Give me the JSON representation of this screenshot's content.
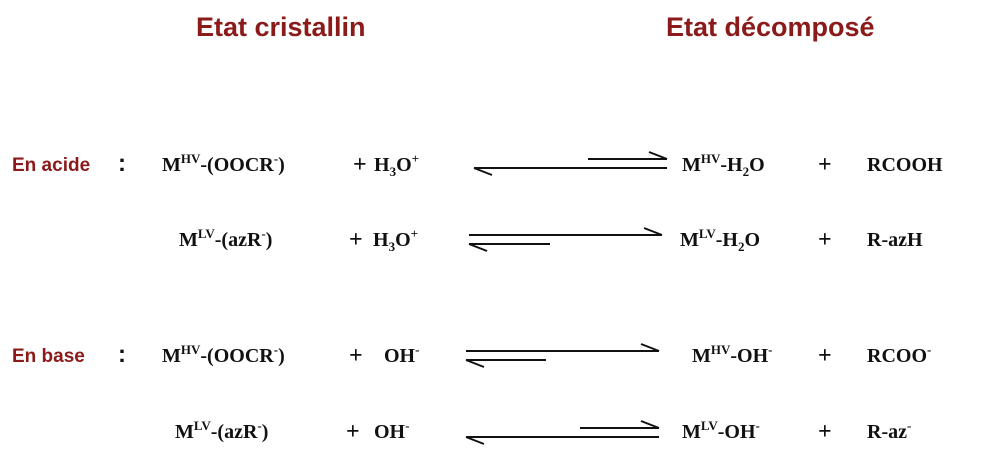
{
  "headings": {
    "left": "Etat cristallin",
    "right": "Etat décomposé"
  },
  "conditions": {
    "acid": "En acide",
    "base": "En base",
    "separator": ":"
  },
  "reactions": [
    {
      "condition": "acid",
      "reactant": {
        "base": "M",
        "sup": "HV",
        "tail": "-(OOCR",
        "charge": "-",
        "close": ")"
      },
      "reagent": {
        "base": "H",
        "sub": "3",
        "rest": "O",
        "charge": "+"
      },
      "product": {
        "base": "M",
        "sup": "HV",
        "tail": "-H",
        "sub": "2",
        "rest": "O"
      },
      "byproduct": "RCOOH",
      "equilibrium": "favors-left"
    },
    {
      "condition": "",
      "reactant": {
        "base": "M",
        "sup": "LV",
        "tail": "-(azR",
        "charge": "-",
        "close": ")"
      },
      "reagent": {
        "base": "H",
        "sub": "3",
        "rest": "O",
        "charge": "+"
      },
      "product": {
        "base": "M",
        "sup": "LV",
        "tail": "-H",
        "sub": "2",
        "rest": "O"
      },
      "byproduct": "R-azH",
      "equilibrium": "favors-right"
    },
    {
      "condition": "base",
      "reactant": {
        "base": "M",
        "sup": "HV",
        "tail": "-(OOCR",
        "charge": "-",
        "close": ")"
      },
      "reagent": {
        "base": "OH",
        "charge": "-"
      },
      "product": {
        "base": "M",
        "sup": "HV",
        "tail": "-OH",
        "charge": "-"
      },
      "byproduct": {
        "base": "RCOO",
        "charge": "-"
      },
      "equilibrium": "favors-right"
    },
    {
      "condition": "",
      "reactant": {
        "base": "M",
        "sup": "LV",
        "tail": "-(azR",
        "charge": "-",
        "close": ")"
      },
      "reagent": {
        "base": "OH",
        "charge": "-"
      },
      "product": {
        "base": "M",
        "sup": "LV",
        "tail": "-OH",
        "charge": "-"
      },
      "byproduct": {
        "base": "R-az",
        "charge": "-"
      },
      "equilibrium": "favors-left"
    }
  ],
  "symbols": {
    "plus": "+"
  },
  "colors": {
    "heading": "#8b1a1a",
    "condition": "#8b1a1a",
    "text": "#111111"
  }
}
